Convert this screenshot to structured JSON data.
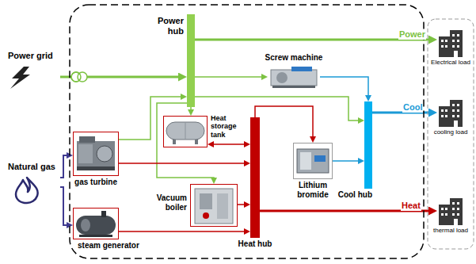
{
  "diagram": {
    "nodes": [
      {
        "text": [
          "Power grid"
        ]
      },
      {
        "text": [
          "Power hub"
        ]
      },
      {
        "text": [
          "Screw machine"
        ]
      },
      {
        "text": [
          "Natural gas"
        ]
      },
      {
        "text": [
          "gas turbine"
        ]
      },
      {
        "text": [
          "Heat storage tank"
        ]
      },
      {
        "text": [
          "Vacuum boiler"
        ]
      },
      {
        "text": [
          "steam generator"
        ]
      },
      {
        "text": [
          "Heat hub"
        ]
      },
      {
        "text": [
          "Cool hub"
        ]
      },
      {
        "text": [
          "Lithium bromide"
        ]
      },
      {
        "text": [
          "Electrical load"
        ]
      },
      {
        "text": [
          "cooling load"
        ]
      },
      {
        "text": [
          "thermal load"
        ]
      }
    ],
    "edges": [
      {
        "from": 0,
        "to": 1,
        "arrow": "to"
      },
      {
        "from": 4,
        "to": 1,
        "arrow": "to"
      },
      {
        "from": 1,
        "to": 11,
        "label": "Power",
        "arrow": "to"
      },
      {
        "from": 1,
        "to": 2,
        "arrow": "to"
      },
      {
        "from": 1,
        "to": 5,
        "arrow": "to"
      },
      {
        "from": 1,
        "to": 6,
        "arrow": "to"
      },
      {
        "from": 1,
        "to": 9,
        "arrow": "to"
      },
      {
        "from": 3,
        "to": 4,
        "arrow": "to"
      },
      {
        "from": 3,
        "to": 7,
        "arrow": "to"
      },
      {
        "from": 4,
        "to": 8,
        "arrow": "to"
      },
      {
        "from": 7,
        "to": 8,
        "arrow": "to"
      },
      {
        "from": 5,
        "to": 8,
        "arrow": "both"
      },
      {
        "from": 6,
        "to": 8,
        "arrow": "to"
      },
      {
        "from": 8,
        "to": 10,
        "arrow": "to"
      },
      {
        "from": 8,
        "to": 13,
        "label": "Heat",
        "arrow": "to"
      },
      {
        "from": 2,
        "to": 9,
        "arrow": "to"
      },
      {
        "from": 10,
        "to": 9,
        "arrow": "to"
      },
      {
        "from": 9,
        "to": 12,
        "label": "Cool",
        "arrow": "to"
      }
    ]
  }
}
